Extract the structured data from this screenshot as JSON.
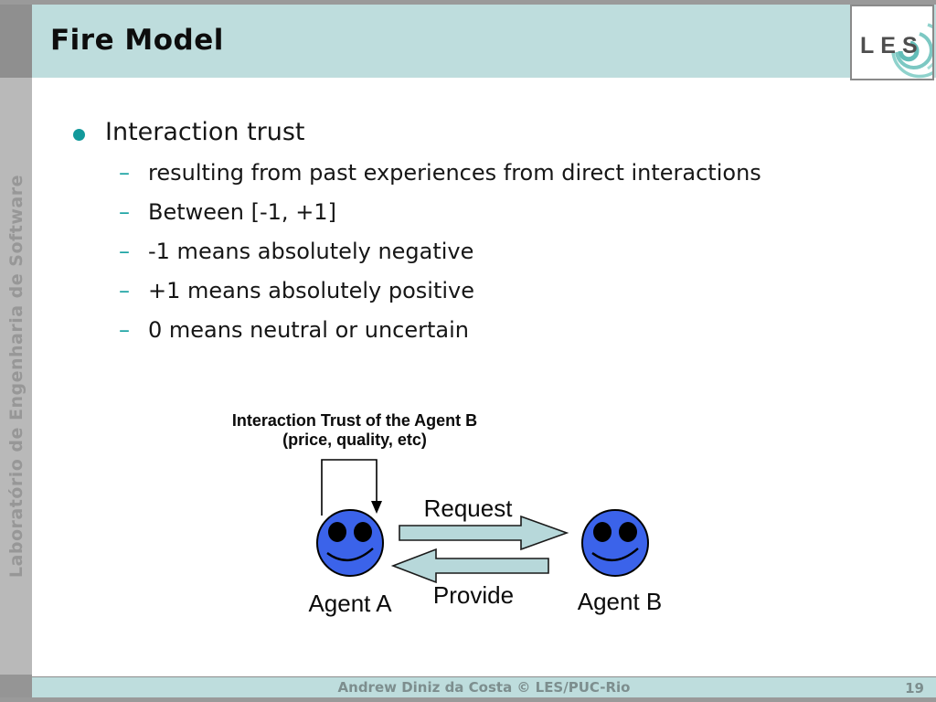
{
  "slide": {
    "title": "Fire Model",
    "sidebar_text": "Laboratório de Engenharia de Software",
    "logo_text": "LES",
    "footer_text": "Andrew Diniz da Costa © LES/PUC-Rio",
    "page_number": "19"
  },
  "content": {
    "main_bullet": "Interaction trust",
    "sub_bullet_marker": "–",
    "sub_bullets": [
      "resulting from past experiences from direct interactions",
      "Between [-1, +1]",
      "-1 means absolutely negative",
      "+1 means absolutely positive",
      "0 means neutral or uncertain"
    ]
  },
  "diagram": {
    "caption_line1": "Interaction Trust of the Agent B",
    "caption_line2": "(price, quality, etc)",
    "request_label": "Request",
    "provide_label": "Provide",
    "agent_a_label": "Agent A",
    "agent_b_label": "Agent B"
  },
  "colors": {
    "band_teal": "#bedddd",
    "arrow_fill": "#b7d8da",
    "face_blue": "#3b63ea",
    "accent_teal": "#12999b",
    "footer_text_gray": "#7d8e8e",
    "sidebar_gray": "#b9b9b9"
  }
}
